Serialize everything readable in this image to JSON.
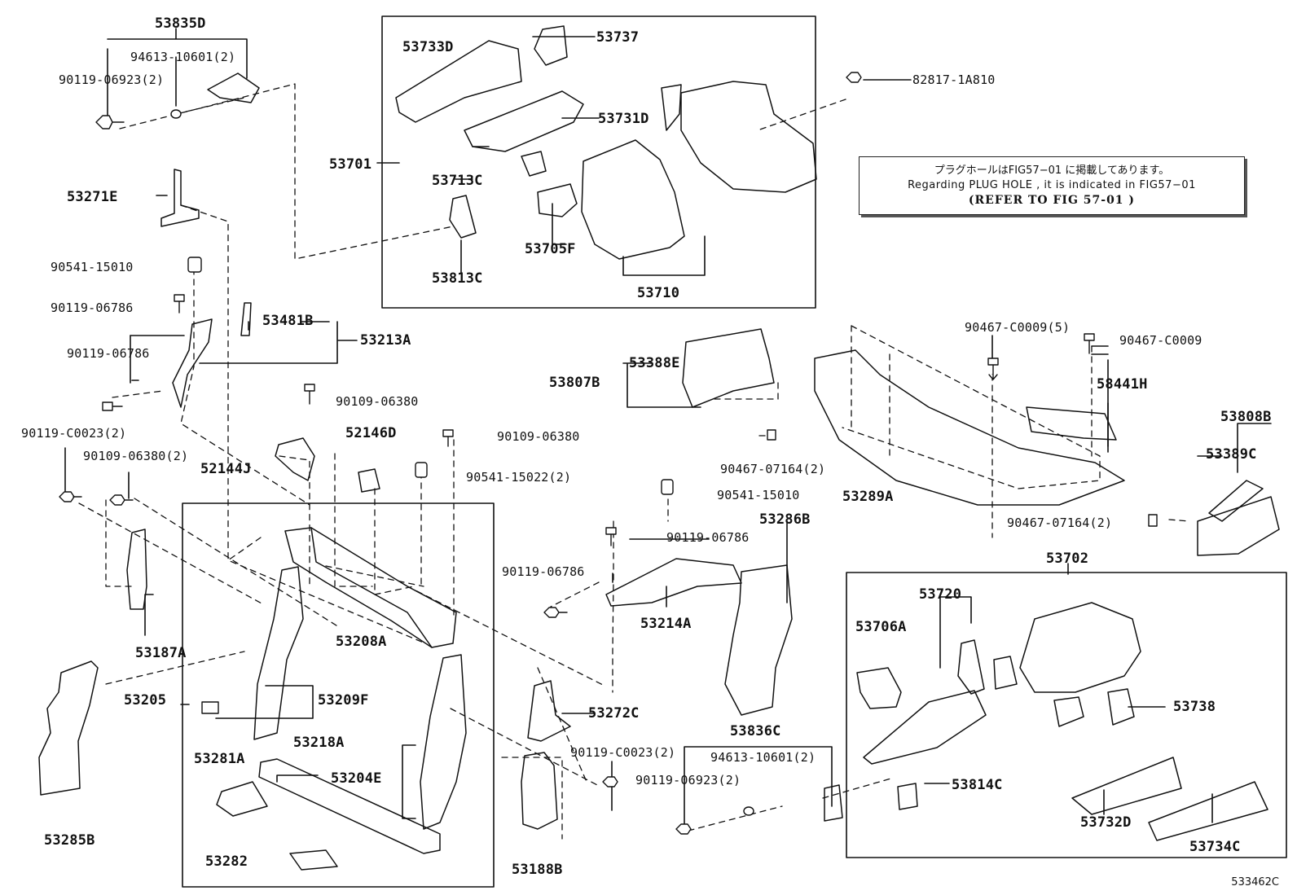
{
  "labels": {
    "p53835D": "53835D",
    "p94613_10601_a": "94613-10601(2)",
    "p90119_06923_a": "90119-06923(2)",
    "p53271E": "53271E",
    "p90541_15010_a": "90541-15010",
    "p90119_06786_a": "90119-06786",
    "p53481B": "53481B",
    "p53213A": "53213A",
    "p90119_06786_b": "90119-06786",
    "p90109_06380_a": "90109-06380",
    "p90119_C0023_a": "90119-C0023(2)",
    "p52146D": "52146D",
    "p90109_06380_b": "90109-06380",
    "p90109_06380_2": "90109-06380(2)",
    "p52144J": "52144J",
    "p90541_15022": "90541-15022(2)",
    "p53187A": "53187A",
    "p53208A": "53208A",
    "p53205": "53205",
    "p53209F": "53209F",
    "p53281A": "53281A",
    "p53218A": "53218A",
    "p53204E": "53204E",
    "p53285B": "53285B",
    "p53282": "53282",
    "p53188B": "53188B",
    "p53272C": "53272C",
    "p90119_C0023_b": "90119-C0023(2)",
    "p53733D": "53733D",
    "p53737": "53737",
    "p53731D": "53731D",
    "p53701": "53701",
    "p53713C": "53713C",
    "p53705F": "53705F",
    "p53813C": "53813C",
    "p53710": "53710",
    "p82817_1A810": "82817-1A810",
    "p90467_C0009_5": "90467-C0009(5)",
    "p90467_C0009": "90467-C0009",
    "p53388E": "53388E",
    "p53807B": "53807B",
    "p58441H": "58441H",
    "p90467_07164_a": "90467-07164(2)",
    "p53289A": "53289A",
    "p53808B": "53808B",
    "p53389C": "53389C",
    "p90541_15010_b": "90541-15010",
    "p90467_07164_b": "90467-07164(2)",
    "p90119_06786_c": "90119-06786",
    "p53286B": "53286B",
    "p90119_06786_d": "90119-06786",
    "p53214A": "53214A",
    "p53702": "53702",
    "p53720": "53720",
    "p53706A": "53706A",
    "p53738": "53738",
    "p53836C": "53836C",
    "p94613_10601_b": "94613-10601(2)",
    "p90119_06923_b": "90119-06923(2)",
    "p53814C": "53814C",
    "p53732D": "53732D",
    "p53734C": "53734C"
  },
  "notice": {
    "line1": "プラグホールはFIG57−01 に掲載してあります。",
    "line2": "Regarding PLUG HOLE , it is indicated in FIG57−01",
    "line3": "(REFER TO FIG 57-01 )"
  },
  "figure_id": "533462C"
}
